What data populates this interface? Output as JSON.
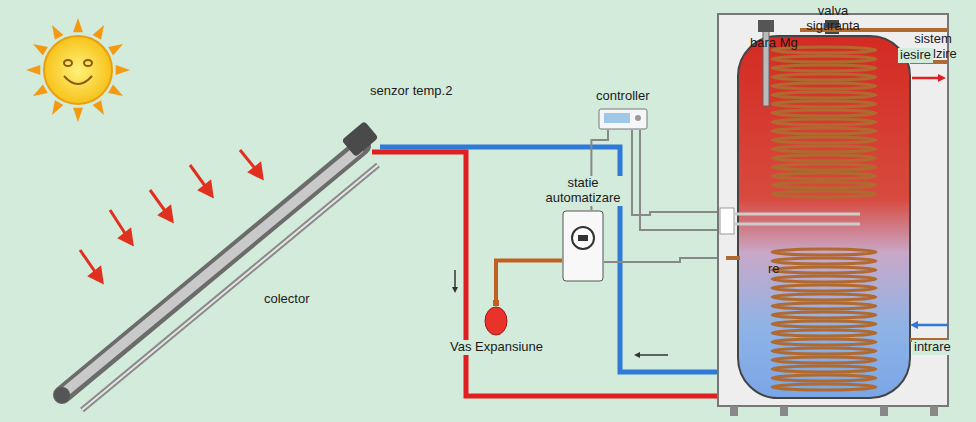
{
  "diagram": {
    "nodes": [
      {
        "text": [
          "controller"
        ]
      },
      {
        "text": [
          "statie automatizare"
        ]
      },
      {
        "text": [
          "Vas Expansiune"
        ]
      }
    ],
    "edges": [
      {
        "from": 0,
        "to": 1,
        "arrow": "none"
      },
      {
        "from": 1,
        "to": 2,
        "arrow": "none"
      }
    ],
    "labels": [
      "senzor temp.2",
      "colector",
      "bara Mg",
      "valva siguranta",
      "sistem incalzire",
      "iesire",
      "intrare",
      "re"
    ]
  }
}
